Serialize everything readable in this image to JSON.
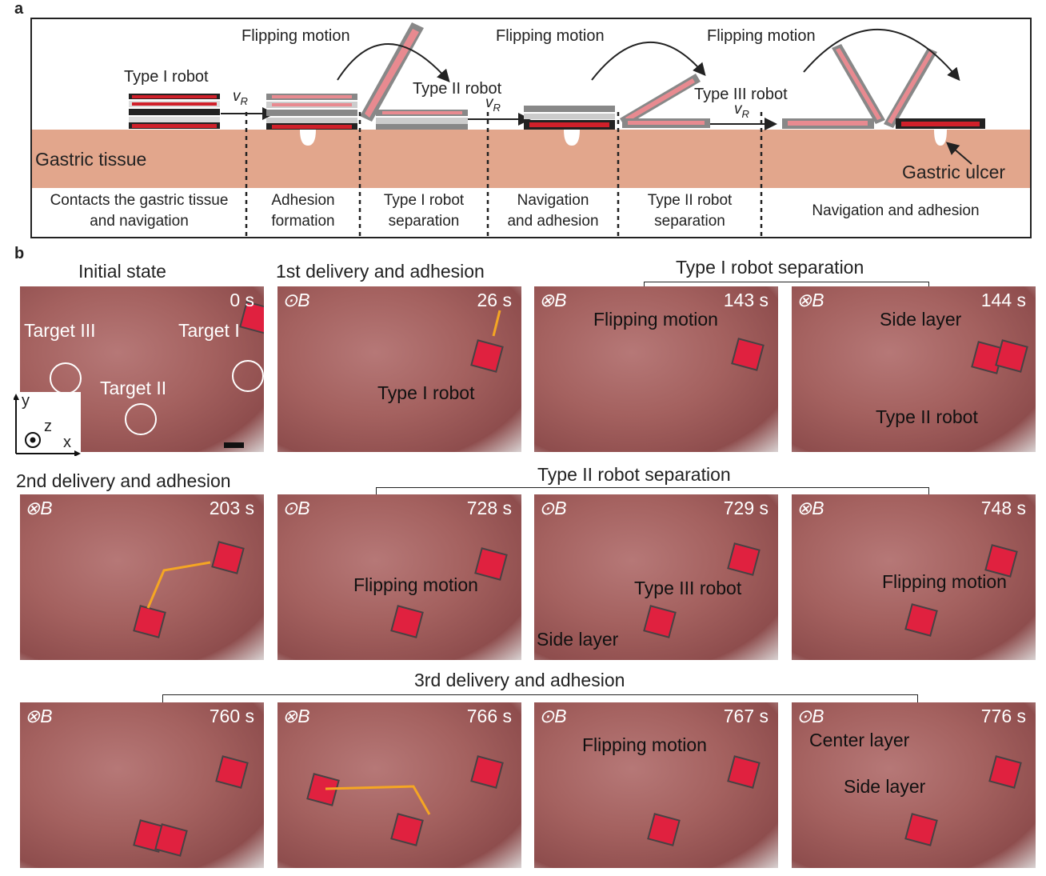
{
  "panel_a": {
    "label": "a",
    "tissue_label": "Gastric tissue",
    "ulcer_label": "Gastric ulcer",
    "flipping": [
      "Flipping motion",
      "Flipping motion",
      "Flipping motion"
    ],
    "robots": [
      "Type I robot",
      "Type II robot",
      "Type III robot"
    ],
    "velocity": {
      "v": "v",
      "sub": "R"
    },
    "stages": [
      "Contacts the gastric tissue\nand navigation",
      "Adhesion\nformation",
      "Type I robot\nseparation",
      "Navigation\nand adhesion",
      "Type II robot\nseparation",
      "Navigation and adhesion"
    ],
    "colors": {
      "tissue": "#e2a68c",
      "robot_red": "#d0202a",
      "robot_pink": "#e88a90",
      "robot_grey": "#8a8a8a"
    }
  },
  "panel_b": {
    "label": "b",
    "titles": [
      "Initial state",
      "1st delivery and adhesion",
      "Type I robot separation",
      "2nd delivery and adhesion",
      "Type II  robot separation",
      "3rd delivery and adhesion"
    ],
    "field_symbol": "B",
    "axes": {
      "y": "y",
      "z": "z",
      "x": "x"
    },
    "frames": [
      {
        "time": "0 s",
        "field": "",
        "annotations": [
          "Target III",
          "Target I",
          "Target II"
        ]
      },
      {
        "time": "26 s",
        "field": "out",
        "annotations": [
          "Type I robot"
        ]
      },
      {
        "time": "143 s",
        "field": "in",
        "annotations": [
          "Flipping motion"
        ]
      },
      {
        "time": "144 s",
        "field": "in",
        "annotations": [
          "Side layer",
          "Type II robot"
        ]
      },
      {
        "time": "203 s",
        "field": "in",
        "annotations": []
      },
      {
        "time": "728 s",
        "field": "out",
        "annotations": [
          "Flipping motion"
        ]
      },
      {
        "time": "729 s",
        "field": "out",
        "annotations": [
          "Type III  robot",
          "Side layer"
        ]
      },
      {
        "time": "748 s",
        "field": "in",
        "annotations": [
          "Flipping motion"
        ]
      },
      {
        "time": "760 s",
        "field": "in",
        "annotations": []
      },
      {
        "time": "766 s",
        "field": "in",
        "annotations": []
      },
      {
        "time": "767 s",
        "field": "out",
        "annotations": [
          "Flipping motion"
        ]
      },
      {
        "time": "776 s",
        "field": "out",
        "annotations": [
          "Center layer",
          "Side layer"
        ]
      }
    ],
    "colors": {
      "robot": "#e0213f",
      "velocity_arrow": "#f5a623"
    }
  }
}
